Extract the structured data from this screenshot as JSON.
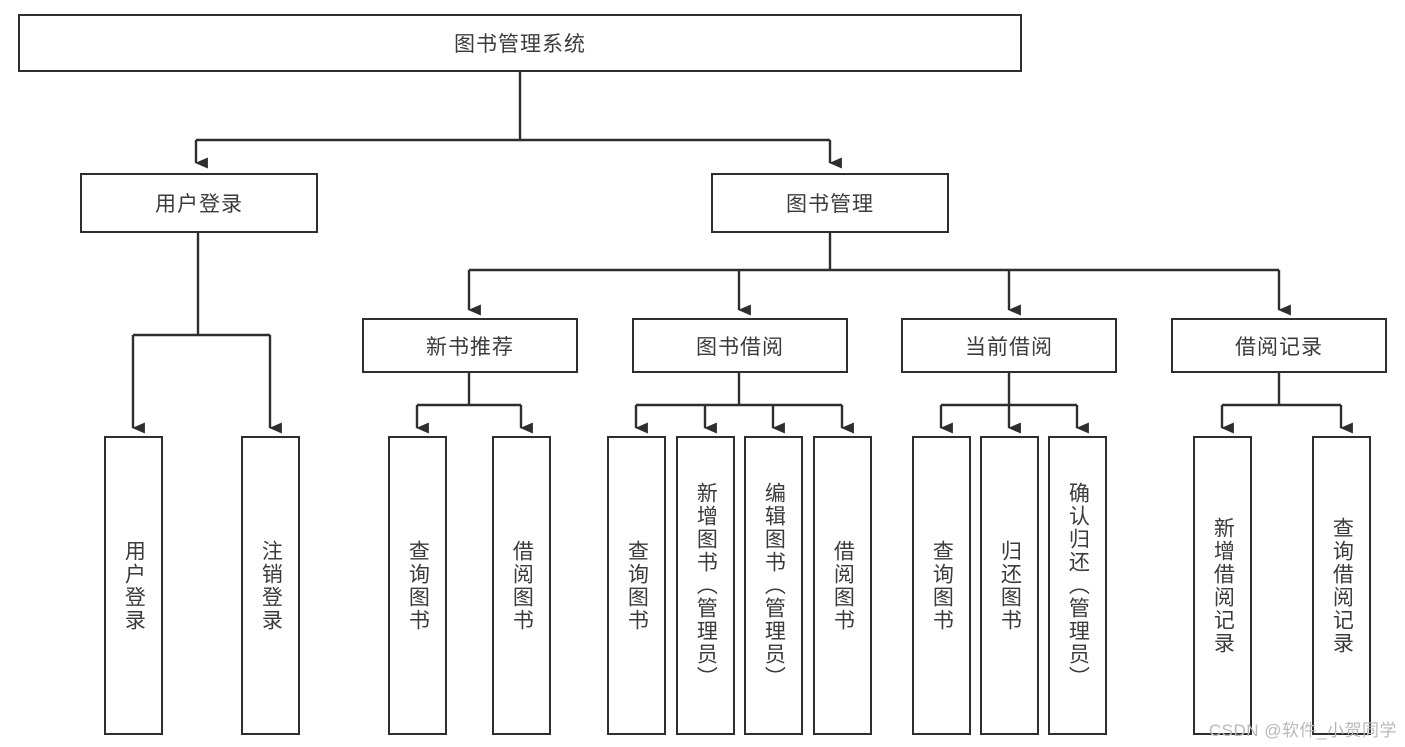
{
  "diagram": {
    "title": "图书管理系统",
    "watermark": "CSDN @软件_小贺同学",
    "line_color": "#2e2e2e",
    "text_color": "#3b3b3b",
    "background": "#ffffff",
    "watermark_color": "#b9b9b9"
  },
  "nodes": {
    "root": {
      "label": "图书管理系统",
      "orientation": "horizontal"
    },
    "level2": [
      {
        "label": "用户登录",
        "orientation": "horizontal"
      },
      {
        "label": "图书管理",
        "orientation": "horizontal"
      }
    ],
    "level3": [
      {
        "label": "新书推荐",
        "orientation": "horizontal"
      },
      {
        "label": "图书借阅",
        "orientation": "horizontal"
      },
      {
        "label": "当前借阅",
        "orientation": "horizontal"
      },
      {
        "label": "借阅记录",
        "orientation": "horizontal"
      }
    ],
    "leaves": {
      "user_login": [
        {
          "label": "用户登录",
          "orientation": "vertical"
        },
        {
          "label": "注销登录",
          "orientation": "vertical"
        }
      ],
      "new_book": [
        {
          "label": "查询图书",
          "orientation": "vertical"
        },
        {
          "label": "借阅图书",
          "orientation": "vertical"
        }
      ],
      "book_borrow": [
        {
          "label": "查询图书",
          "orientation": "vertical"
        },
        {
          "label": "新增图书（管理员）",
          "orientation": "vertical"
        },
        {
          "label": "编辑图书（管理员）",
          "orientation": "vertical"
        },
        {
          "label": "借阅图书",
          "orientation": "vertical"
        }
      ],
      "current_borrow": [
        {
          "label": "查询图书",
          "orientation": "vertical"
        },
        {
          "label": "归还图书",
          "orientation": "vertical"
        },
        {
          "label": "确认归还（管理员）",
          "orientation": "vertical"
        }
      ],
      "borrow_record": [
        {
          "label": "新增借阅记录",
          "orientation": "vertical"
        },
        {
          "label": "查询借阅记录",
          "orientation": "vertical"
        }
      ]
    }
  },
  "edges": {
    "description": "Tree connectors drawn as orthogonal lines with triangular arrowheads pointing down into each child node."
  }
}
